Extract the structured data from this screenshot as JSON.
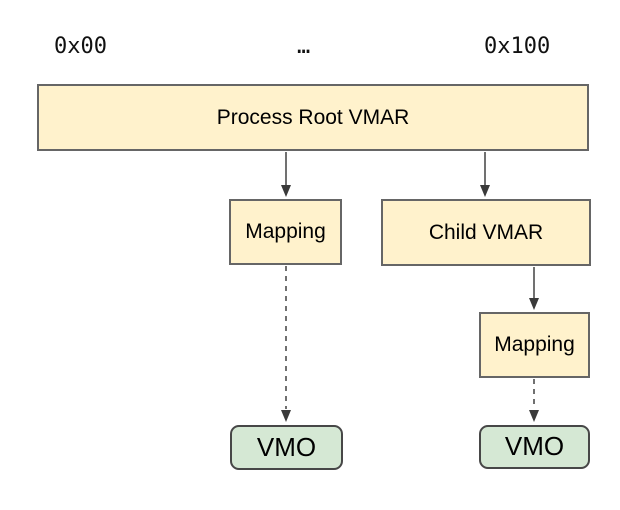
{
  "diagram": {
    "description": "Process address space diagram: VMARs, Mappings and VMOs",
    "address_labels": {
      "start": "0x00",
      "middle": "…",
      "end": "0x100"
    },
    "nodes": {
      "process_root_vmar": {
        "label": "Process Root VMAR",
        "type": "vmar"
      },
      "mapping_left": {
        "label": "Mapping",
        "type": "mapping"
      },
      "child_vmar": {
        "label": "Child VMAR",
        "type": "vmar"
      },
      "mapping_right": {
        "label": "Mapping",
        "type": "mapping"
      },
      "vmo_left": {
        "label": "VMO",
        "type": "vmo"
      },
      "vmo_right": {
        "label": "VMO",
        "type": "vmo"
      }
    },
    "edges": [
      {
        "from": "process_root_vmar",
        "to": "mapping_left",
        "style": "solid"
      },
      {
        "from": "process_root_vmar",
        "to": "child_vmar",
        "style": "solid"
      },
      {
        "from": "child_vmar",
        "to": "mapping_right",
        "style": "solid"
      },
      {
        "from": "mapping_left",
        "to": "vmo_left",
        "style": "dashed"
      },
      {
        "from": "mapping_right",
        "to": "vmo_right",
        "style": "dashed"
      }
    ],
    "colors": {
      "vmar_mapping_fill": "#fff2cc",
      "vmar_mapping_border": "#666666",
      "vmo_fill": "#d5e8d4",
      "vmo_border": "#474747",
      "arrow": "#4d4d4d",
      "text": "#000000",
      "background": "#ffffff"
    }
  }
}
